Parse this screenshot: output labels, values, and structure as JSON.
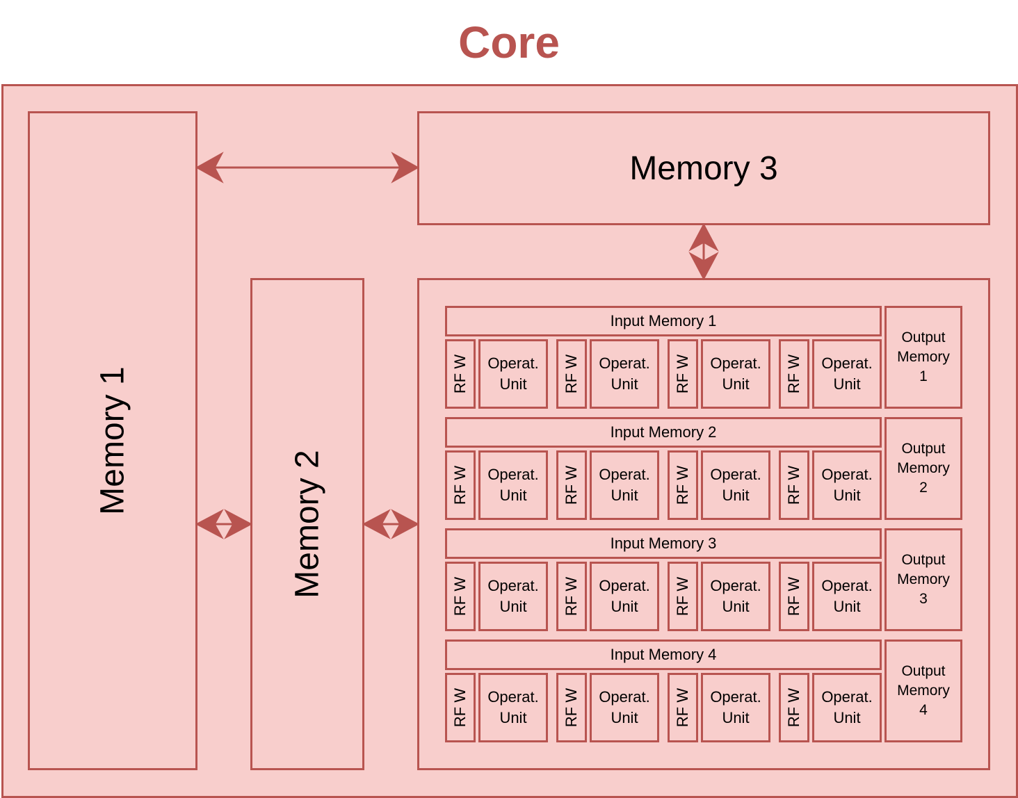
{
  "title": "Core",
  "colors": {
    "fill": "#f8cecc",
    "stroke": "#b85450",
    "text": "#000000"
  },
  "memory1": "Memory 1",
  "memory2": "Memory 2",
  "memory3": "Memory 3",
  "rows": [
    {
      "input": "Input Memory 1",
      "output": [
        "Output",
        "Memory",
        "1"
      ]
    },
    {
      "input": "Input Memory 2",
      "output": [
        "Output",
        "Memory",
        "2"
      ]
    },
    {
      "input": "Input Memory 3",
      "output": [
        "Output",
        "Memory",
        "3"
      ]
    },
    {
      "input": "Input Memory 4",
      "output": [
        "Output",
        "Memory",
        "4"
      ]
    }
  ],
  "rf_label": "RF W",
  "unit_label": [
    "Operat.",
    "Unit"
  ]
}
